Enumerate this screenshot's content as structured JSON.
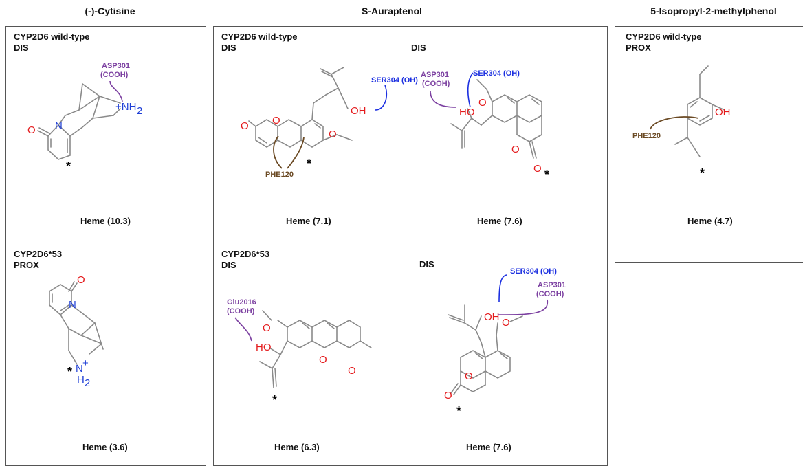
{
  "columns": [
    {
      "title": "(-)-Cytisine"
    },
    {
      "title": "S-Auraptenol"
    },
    {
      "title": "5-Isopropyl-2-methylphenol"
    }
  ],
  "panels": {
    "cytisine_wt": {
      "variant": "CYP2D6 wild-type",
      "mode": "DIS",
      "heme": "Heme (10.3)"
    },
    "cytisine_53": {
      "variant": "CYP2D6*53",
      "mode": "PROX",
      "heme": "Heme (3.6)"
    },
    "aur_wt_1": {
      "variant": "CYP2D6 wild-type",
      "mode": "DIS",
      "heme": "Heme (7.1)"
    },
    "aur_wt_2": {
      "mode": "DIS",
      "heme": "Heme (7.6)"
    },
    "aur_53_1": {
      "variant": "CYP2D6*53",
      "mode": "DIS",
      "heme": "Heme (6.3)"
    },
    "aur_53_2": {
      "mode": "DIS",
      "heme": "Heme (7.6)"
    },
    "iso_wt": {
      "variant": "CYP2D6 wild-type",
      "mode": "PROX",
      "heme": "Heme (4.7)"
    }
  },
  "atoms": {
    "O": "O",
    "N": "N",
    "OH": "OH",
    "HO": "HO",
    "NH2_top": "+NH",
    "H2": "H",
    "sub2": "2",
    "star": "*",
    "plus": "+"
  },
  "residues": {
    "asp301": "ASP301",
    "cooh": "(COOH)",
    "ser304": "SER304 (OH)",
    "phe120": "PHE120",
    "glu2016": "Glu2016"
  },
  "colors": {
    "oxygen": "#e41a1c",
    "nitrogen": "#1f3fd6",
    "ser": "#1b2fe0",
    "asp": "#7b3fa0",
    "phe": "#6b4a24",
    "bond": "#8a8a8a"
  }
}
